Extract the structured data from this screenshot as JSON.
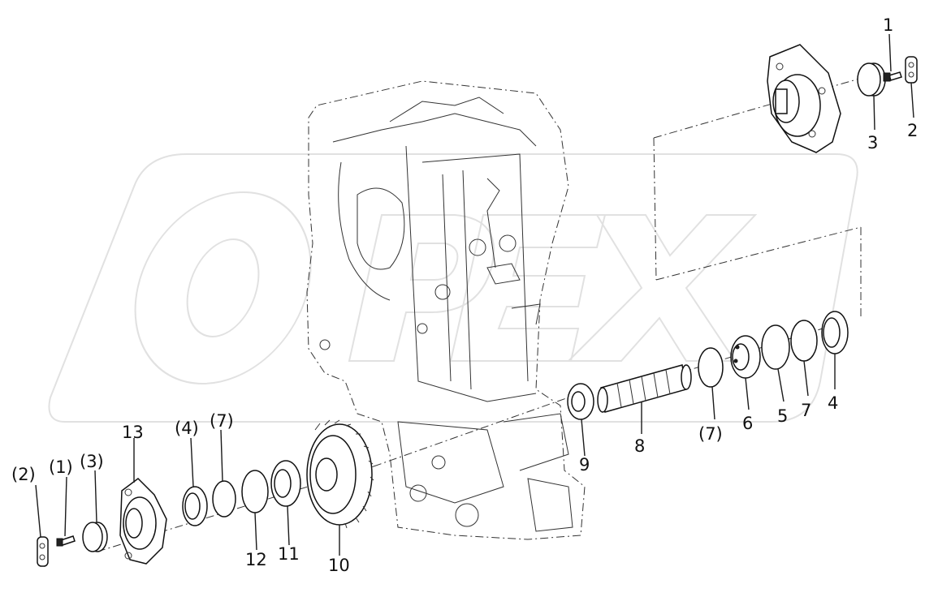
{
  "watermark": {
    "text": "OPEX"
  },
  "corner_mark": "",
  "callouts": [
    {
      "id": "c1",
      "text": "1"
    },
    {
      "id": "c2",
      "text": "2"
    },
    {
      "id": "c3",
      "text": "3"
    },
    {
      "id": "c4",
      "text": "4"
    },
    {
      "id": "c5",
      "text": "5"
    },
    {
      "id": "c6",
      "text": "6"
    },
    {
      "id": "c7",
      "text": "7"
    },
    {
      "id": "c7b",
      "text": "(7)"
    },
    {
      "id": "c8",
      "text": "8"
    },
    {
      "id": "c9",
      "text": "9"
    },
    {
      "id": "c10",
      "text": "10"
    },
    {
      "id": "c11",
      "text": "11"
    },
    {
      "id": "c12",
      "text": "12"
    },
    {
      "id": "c13",
      "text": "13"
    },
    {
      "id": "c4b",
      "text": "(4)"
    },
    {
      "id": "c7c",
      "text": "(7)"
    },
    {
      "id": "c2b",
      "text": "(2)"
    },
    {
      "id": "c1b",
      "text": "(1)"
    },
    {
      "id": "c3b",
      "text": "(3)"
    }
  ]
}
